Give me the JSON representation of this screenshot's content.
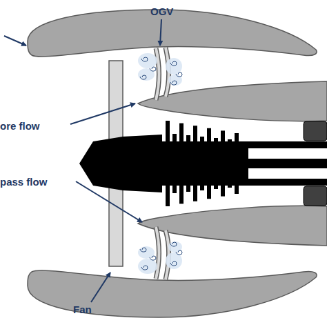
{
  "diagram": {
    "labels": [
      "OGV",
      "ore flow",
      "pass flow",
      "Fan"
    ]
  }
}
